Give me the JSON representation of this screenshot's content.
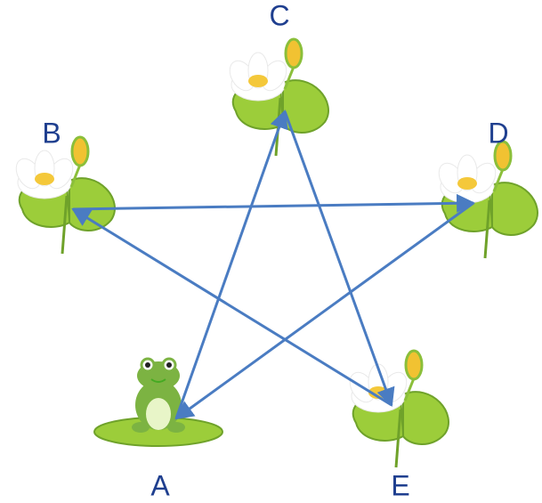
{
  "nodes": [
    {
      "id": "A",
      "label": "A"
    },
    {
      "id": "B",
      "label": "B"
    },
    {
      "id": "C",
      "label": "C"
    },
    {
      "id": "D",
      "label": "D"
    },
    {
      "id": "E",
      "label": "E"
    }
  ],
  "edges": [
    {
      "from": "A",
      "to": "C"
    },
    {
      "from": "C",
      "to": "E"
    },
    {
      "from": "E",
      "to": "B"
    },
    {
      "from": "B",
      "to": "D"
    },
    {
      "from": "D",
      "to": "A"
    }
  ],
  "colors": {
    "arrow": "#4a7cc2",
    "label": "#1f3f8f",
    "pad": "#9ccd3a",
    "pad_dark": "#6fa22a",
    "flower": "#ffffff",
    "flower_center": "#f4c83a",
    "bud": "#f1c232",
    "frog": "#7cb342",
    "frog_belly": "#e8f5c8"
  },
  "icons": {
    "pond_item": "water-lily-icon",
    "start_character": "frog-icon"
  }
}
